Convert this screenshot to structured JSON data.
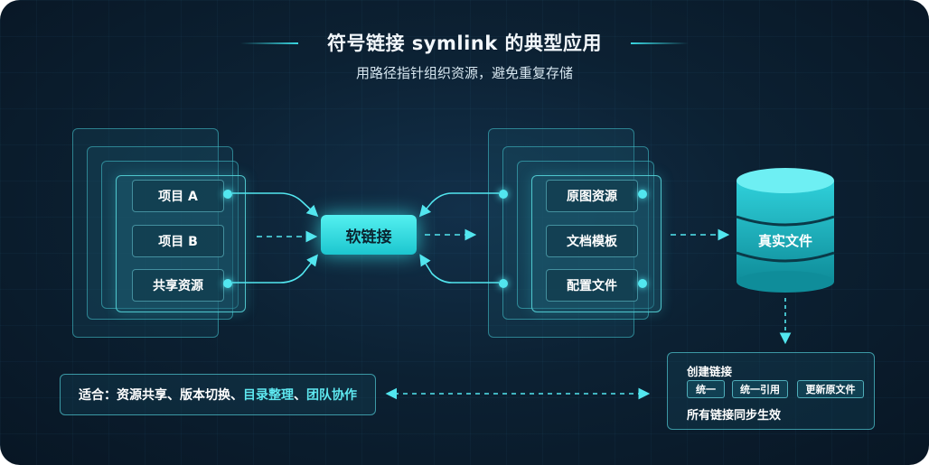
{
  "title": "符号链接 symlink 的典型应用",
  "subtitle": "用路径指针组织资源，避免重复存储",
  "left_group": {
    "items": [
      "项目 A",
      "项目 B",
      "共享资源"
    ]
  },
  "softlink": {
    "label": "软链接"
  },
  "right_group": {
    "items": [
      "原图资源",
      "文档模板",
      "配置文件"
    ]
  },
  "database": {
    "label": "真实文件"
  },
  "use_cases": {
    "prefix": "适合：资源共享、版本切换、",
    "highlight_1": "目录整理",
    "separator": "、",
    "highlight_2": "团队协作"
  },
  "create_box": {
    "title": "创建链接",
    "chips": [
      "统一",
      "统一引用",
      "更新原文件"
    ],
    "footer": "所有链接同步生效"
  },
  "colors": {
    "accent": "#52e6ef",
    "background": "#0c2133",
    "highlight_text": "#5ee8f0"
  }
}
